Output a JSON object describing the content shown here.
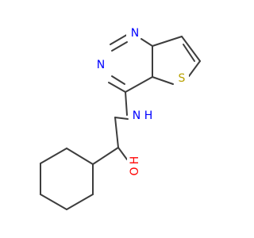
{
  "molecule": {
    "atoms": {
      "n_top": "N",
      "n_left": "N",
      "s_ring": "S",
      "nh": "N",
      "h": "H",
      "oh_o": "O",
      "oh_h": "H"
    },
    "colors": {
      "bond": "#3d3d3d",
      "nitrogen": "#0000ff",
      "sulfur": "#b8a100",
      "oxygen": "#ff0000"
    }
  }
}
